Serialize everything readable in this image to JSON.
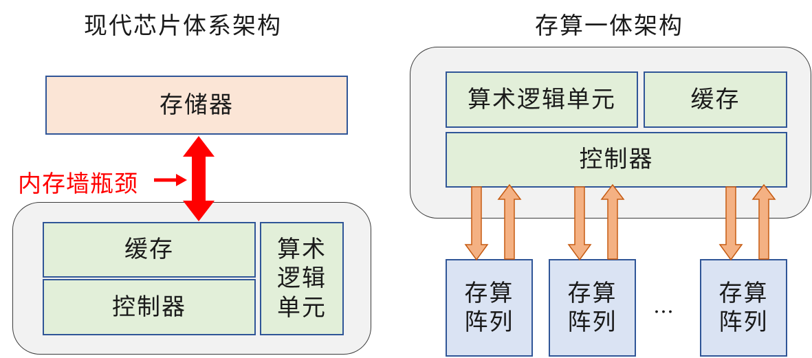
{
  "left": {
    "title": "现代芯片体系架构",
    "memory": "存储器",
    "bottleneck_label": "内存墙瓶颈",
    "cache": "缓存",
    "controller": "控制器",
    "alu": [
      "算术",
      "逻辑",
      "单元"
    ]
  },
  "right": {
    "title": "存算一体架构",
    "alu": "算术逻辑单元",
    "cache": "缓存",
    "controller": "控制器",
    "arrays": [
      {
        "line1": "存算",
        "line2": "阵列"
      },
      {
        "line1": "存算",
        "line2": "阵列"
      },
      {
        "line1": "存算",
        "line2": "阵列"
      }
    ],
    "ellipsis": "…"
  },
  "colors": {
    "green_fill": "#e2efd9",
    "peach_fill": "#fbe5d6",
    "blue_fill": "#dae3f3",
    "box_border": "#2f5597",
    "panel_fill": "#f2f2f2",
    "red": "#ff0000",
    "orange_arrow_fill": "#f4b183",
    "orange_arrow_stroke": "#c55a11"
  }
}
